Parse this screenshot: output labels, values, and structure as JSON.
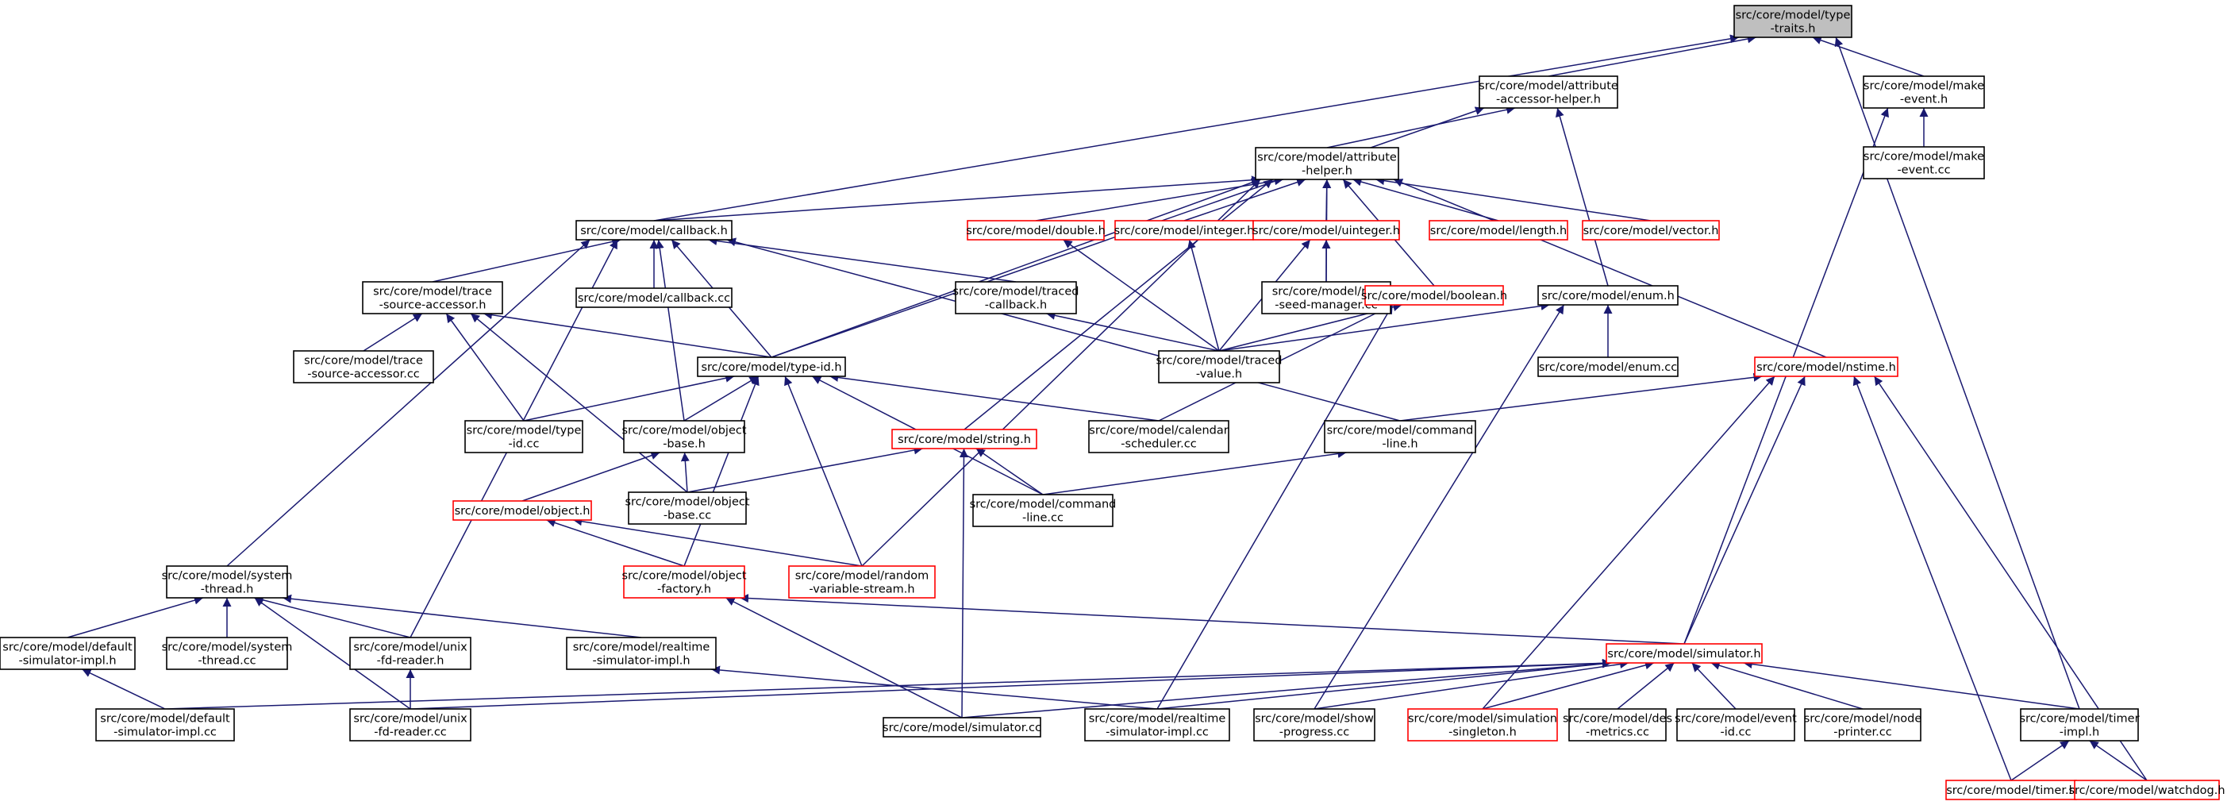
{
  "colors": {
    "edge": "#191970",
    "root_fill": "#bfbfbf",
    "normal_border": "#000000",
    "truncated_border": "#ff0000"
  },
  "nodes": [
    {
      "id": "type_traits",
      "lines": [
        "src/core/model/type",
        "-traits.h"
      ],
      "style": "root"
    },
    {
      "id": "attr_acc_helper",
      "lines": [
        "src/core/model/attribute",
        "-accessor-helper.h"
      ],
      "style": "normal"
    },
    {
      "id": "make_event_h",
      "lines": [
        "src/core/model/make",
        "-event.h"
      ],
      "style": "normal"
    },
    {
      "id": "make_event_cc",
      "lines": [
        "src/core/model/make",
        "-event.cc"
      ],
      "style": "normal"
    },
    {
      "id": "attr_helper",
      "lines": [
        "src/core/model/attribute",
        "-helper.h"
      ],
      "style": "normal"
    },
    {
      "id": "callback_h",
      "lines": [
        "src/core/model/callback.h"
      ],
      "style": "normal"
    },
    {
      "id": "double_h",
      "lines": [
        "src/core/model/double.h"
      ],
      "style": "truncated"
    },
    {
      "id": "integer_h",
      "lines": [
        "src/core/model/integer.h"
      ],
      "style": "truncated"
    },
    {
      "id": "uinteger_h",
      "lines": [
        "src/core/model/uinteger.h"
      ],
      "style": "truncated"
    },
    {
      "id": "length_h",
      "lines": [
        "src/core/model/length.h"
      ],
      "style": "truncated"
    },
    {
      "id": "vector_h",
      "lines": [
        "src/core/model/vector.h"
      ],
      "style": "truncated"
    },
    {
      "id": "trace_src_acc_h",
      "lines": [
        "src/core/model/trace",
        "-source-accessor.h"
      ],
      "style": "normal"
    },
    {
      "id": "callback_cc",
      "lines": [
        "src/core/model/callback.cc"
      ],
      "style": "normal"
    },
    {
      "id": "traced_cb_h",
      "lines": [
        "src/core/model/traced",
        "-callback.h"
      ],
      "style": "normal"
    },
    {
      "id": "rng_seed_cc",
      "lines": [
        "src/core/model/rng",
        "-seed-manager.cc"
      ],
      "style": "normal"
    },
    {
      "id": "boolean_h",
      "lines": [
        "src/core/model/boolean.h"
      ],
      "style": "truncated"
    },
    {
      "id": "enum_h",
      "lines": [
        "src/core/model/enum.h"
      ],
      "style": "normal"
    },
    {
      "id": "trace_src_acc_cc",
      "lines": [
        "src/core/model/trace",
        "-source-accessor.cc"
      ],
      "style": "normal"
    },
    {
      "id": "type_id_h",
      "lines": [
        "src/core/model/type-id.h"
      ],
      "style": "normal"
    },
    {
      "id": "traced_value_h",
      "lines": [
        "src/core/model/traced",
        "-value.h"
      ],
      "style": "normal"
    },
    {
      "id": "enum_cc",
      "lines": [
        "src/core/model/enum.cc"
      ],
      "style": "normal"
    },
    {
      "id": "nstime_h",
      "lines": [
        "src/core/model/nstime.h"
      ],
      "style": "truncated"
    },
    {
      "id": "type_id_cc",
      "lines": [
        "src/core/model/type",
        "-id.cc"
      ],
      "style": "normal"
    },
    {
      "id": "object_base_h",
      "lines": [
        "src/core/model/object",
        "-base.h"
      ],
      "style": "normal"
    },
    {
      "id": "string_h",
      "lines": [
        "src/core/model/string.h"
      ],
      "style": "truncated"
    },
    {
      "id": "calendar_cc",
      "lines": [
        "src/core/model/calendar",
        "-scheduler.cc"
      ],
      "style": "normal"
    },
    {
      "id": "cmd_line_h",
      "lines": [
        "src/core/model/command",
        "-line.h"
      ],
      "style": "normal"
    },
    {
      "id": "object_h",
      "lines": [
        "src/core/model/object.h"
      ],
      "style": "truncated"
    },
    {
      "id": "object_base_cc",
      "lines": [
        "src/core/model/object",
        "-base.cc"
      ],
      "style": "normal"
    },
    {
      "id": "cmd_line_cc",
      "lines": [
        "src/core/model/command",
        "-line.cc"
      ],
      "style": "normal"
    },
    {
      "id": "system_thread_h",
      "lines": [
        "src/core/model/system",
        "-thread.h"
      ],
      "style": "normal"
    },
    {
      "id": "object_factory_h",
      "lines": [
        "src/core/model/object",
        "-factory.h"
      ],
      "style": "truncated"
    },
    {
      "id": "random_var_h",
      "lines": [
        "src/core/model/random",
        "-variable-stream.h"
      ],
      "style": "truncated"
    },
    {
      "id": "default_sim_impl_h",
      "lines": [
        "src/core/model/default",
        "-simulator-impl.h"
      ],
      "style": "normal"
    },
    {
      "id": "system_thread_cc",
      "lines": [
        "src/core/model/system",
        "-thread.cc"
      ],
      "style": "normal"
    },
    {
      "id": "unix_fd_h",
      "lines": [
        "src/core/model/unix",
        "-fd-reader.h"
      ],
      "style": "normal"
    },
    {
      "id": "realtime_impl_h",
      "lines": [
        "src/core/model/realtime",
        "-simulator-impl.h"
      ],
      "style": "normal"
    },
    {
      "id": "simulator_h",
      "lines": [
        "src/core/model/simulator.h"
      ],
      "style": "truncated"
    },
    {
      "id": "default_sim_impl_cc",
      "lines": [
        "src/core/model/default",
        "-simulator-impl.cc"
      ],
      "style": "normal"
    },
    {
      "id": "unix_fd_cc",
      "lines": [
        "src/core/model/unix",
        "-fd-reader.cc"
      ],
      "style": "normal"
    },
    {
      "id": "simulator_cc",
      "lines": [
        "src/core/model/simulator.cc"
      ],
      "style": "normal"
    },
    {
      "id": "realtime_impl_cc",
      "lines": [
        "src/core/model/realtime",
        "-simulator-impl.cc"
      ],
      "style": "normal"
    },
    {
      "id": "show_progress_cc",
      "lines": [
        "src/core/model/show",
        "-progress.cc"
      ],
      "style": "normal"
    },
    {
      "id": "sim_singleton_h",
      "lines": [
        "src/core/model/simulation",
        "-singleton.h"
      ],
      "style": "truncated"
    },
    {
      "id": "des_metrics_cc",
      "lines": [
        "src/core/model/des",
        "-metrics.cc"
      ],
      "style": "normal"
    },
    {
      "id": "event_id_cc",
      "lines": [
        "src/core/model/event",
        "-id.cc"
      ],
      "style": "normal"
    },
    {
      "id": "node_printer_cc",
      "lines": [
        "src/core/model/node",
        "-printer.cc"
      ],
      "style": "normal"
    },
    {
      "id": "timer_impl_h",
      "lines": [
        "src/core/model/timer",
        "-impl.h"
      ],
      "style": "normal"
    },
    {
      "id": "timer_h",
      "lines": [
        "src/core/model/timer.h"
      ],
      "style": "truncated"
    },
    {
      "id": "watchdog_h",
      "lines": [
        "src/core/model/watchdog.h"
      ],
      "style": "truncated"
    }
  ],
  "edges": [
    [
      "type_traits",
      "attr_acc_helper"
    ],
    [
      "type_traits",
      "make_event_h"
    ],
    [
      "type_traits",
      "callback_h"
    ],
    [
      "type_traits",
      "timer_impl_h"
    ],
    [
      "make_event_h",
      "make_event_cc"
    ],
    [
      "make_event_h",
      "simulator_h"
    ],
    [
      "attr_acc_helper",
      "attr_helper"
    ],
    [
      "attr_acc_helper",
      "type_id_h"
    ],
    [
      "attr_acc_helper",
      "enum_h"
    ],
    [
      "attr_helper",
      "callback_h"
    ],
    [
      "attr_helper",
      "double_h"
    ],
    [
      "attr_helper",
      "integer_h"
    ],
    [
      "attr_helper",
      "uinteger_h"
    ],
    [
      "attr_helper",
      "length_h"
    ],
    [
      "attr_helper",
      "vector_h"
    ],
    [
      "attr_helper",
      "type_id_h"
    ],
    [
      "attr_helper",
      "string_h"
    ],
    [
      "attr_helper",
      "random_var_h"
    ],
    [
      "attr_helper",
      "boolean_h"
    ],
    [
      "attr_helper",
      "rng_seed_cc"
    ],
    [
      "attr_helper",
      "nstime_h"
    ],
    [
      "callback_h",
      "trace_src_acc_h"
    ],
    [
      "callback_h",
      "callback_cc"
    ],
    [
      "callback_h",
      "traced_cb_h"
    ],
    [
      "callback_h",
      "type_id_h"
    ],
    [
      "callback_h",
      "object_base_h"
    ],
    [
      "callback_h",
      "system_thread_h"
    ],
    [
      "callback_h",
      "unix_fd_h"
    ],
    [
      "callback_h",
      "cmd_line_h"
    ],
    [
      "double_h",
      "traced_value_h"
    ],
    [
      "integer_h",
      "traced_value_h"
    ],
    [
      "uinteger_h",
      "traced_value_h"
    ],
    [
      "uinteger_h",
      "rng_seed_cc"
    ],
    [
      "traced_cb_h",
      "traced_value_h"
    ],
    [
      "boolean_h",
      "traced_value_h"
    ],
    [
      "boolean_h",
      "calendar_cc"
    ],
    [
      "boolean_h",
      "realtime_impl_cc"
    ],
    [
      "enum_h",
      "traced_value_h"
    ],
    [
      "enum_h",
      "enum_cc"
    ],
    [
      "enum_h",
      "show_progress_cc"
    ],
    [
      "trace_src_acc_h",
      "trace_src_acc_cc"
    ],
    [
      "trace_src_acc_h",
      "type_id_h"
    ],
    [
      "trace_src_acc_h",
      "type_id_cc"
    ],
    [
      "trace_src_acc_h",
      "object_base_cc"
    ],
    [
      "type_id_h",
      "type_id_cc"
    ],
    [
      "type_id_h",
      "object_base_h"
    ],
    [
      "type_id_h",
      "calendar_cc"
    ],
    [
      "type_id_h",
      "cmd_line_cc"
    ],
    [
      "type_id_h",
      "object_factory_h"
    ],
    [
      "type_id_h",
      "random_var_h"
    ],
    [
      "nstime_h",
      "cmd_line_h"
    ],
    [
      "nstime_h",
      "simulator_h"
    ],
    [
      "nstime_h",
      "sim_singleton_h"
    ],
    [
      "nstime_h",
      "timer_h"
    ],
    [
      "nstime_h",
      "watchdog_h"
    ],
    [
      "object_base_h",
      "object_h"
    ],
    [
      "object_base_h",
      "object_base_cc"
    ],
    [
      "string_h",
      "object_base_cc"
    ],
    [
      "string_h",
      "cmd_line_cc"
    ],
    [
      "string_h",
      "simulator_cc"
    ],
    [
      "cmd_line_h",
      "cmd_line_cc"
    ],
    [
      "object_h",
      "object_factory_h"
    ],
    [
      "object_h",
      "random_var_h"
    ],
    [
      "object_factory_h",
      "simulator_h"
    ],
    [
      "object_factory_h",
      "simulator_cc"
    ],
    [
      "system_thread_h",
      "default_sim_impl_h"
    ],
    [
      "system_thread_h",
      "system_thread_cc"
    ],
    [
      "system_thread_h",
      "unix_fd_h"
    ],
    [
      "system_thread_h",
      "unix_fd_cc"
    ],
    [
      "system_thread_h",
      "realtime_impl_h"
    ],
    [
      "default_sim_impl_h",
      "default_sim_impl_cc"
    ],
    [
      "unix_fd_h",
      "unix_fd_cc"
    ],
    [
      "realtime_impl_h",
      "realtime_impl_cc"
    ],
    [
      "simulator_h",
      "default_sim_impl_cc"
    ],
    [
      "simulator_h",
      "unix_fd_cc"
    ],
    [
      "simulator_h",
      "simulator_cc"
    ],
    [
      "simulator_h",
      "realtime_impl_cc"
    ],
    [
      "simulator_h",
      "show_progress_cc"
    ],
    [
      "simulator_h",
      "sim_singleton_h"
    ],
    [
      "simulator_h",
      "des_metrics_cc"
    ],
    [
      "simulator_h",
      "event_id_cc"
    ],
    [
      "simulator_h",
      "node_printer_cc"
    ],
    [
      "simulator_h",
      "timer_impl_h"
    ],
    [
      "timer_impl_h",
      "timer_h"
    ],
    [
      "timer_impl_h",
      "watchdog_h"
    ]
  ]
}
